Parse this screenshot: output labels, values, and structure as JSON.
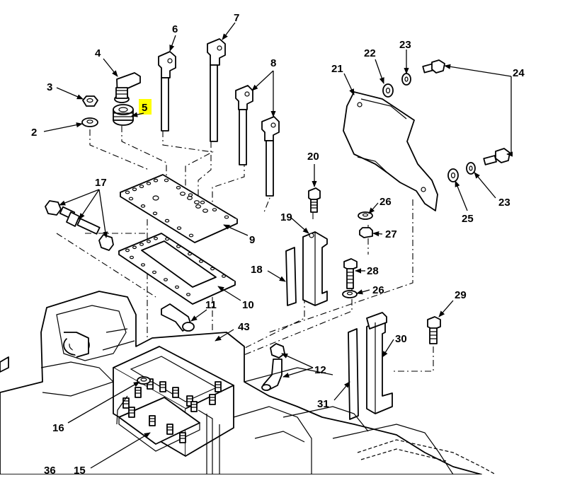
{
  "diagram": {
    "highlight_color": "#ffff00",
    "highlighted_callout": "5",
    "callouts": [
      {
        "id": "c2",
        "label": "2"
      },
      {
        "id": "c3",
        "label": "3"
      },
      {
        "id": "c4",
        "label": "4"
      },
      {
        "id": "c5",
        "label": "5"
      },
      {
        "id": "c6",
        "label": "6"
      },
      {
        "id": "c7",
        "label": "7"
      },
      {
        "id": "c8",
        "label": "8"
      },
      {
        "id": "c9",
        "label": "9"
      },
      {
        "id": "c10",
        "label": "10"
      },
      {
        "id": "c11",
        "label": "11"
      },
      {
        "id": "c12",
        "label": "12"
      },
      {
        "id": "c15",
        "label": "15"
      },
      {
        "id": "c16",
        "label": "16"
      },
      {
        "id": "c17",
        "label": "17"
      },
      {
        "id": "c18",
        "label": "18"
      },
      {
        "id": "c19",
        "label": "19"
      },
      {
        "id": "c20",
        "label": "20"
      },
      {
        "id": "c21",
        "label": "21"
      },
      {
        "id": "c22",
        "label": "22"
      },
      {
        "id": "c23a",
        "label": "23"
      },
      {
        "id": "c23b",
        "label": "23"
      },
      {
        "id": "c24",
        "label": "24"
      },
      {
        "id": "c25",
        "label": "25"
      },
      {
        "id": "c26a",
        "label": "26"
      },
      {
        "id": "c26b",
        "label": "26"
      },
      {
        "id": "c27",
        "label": "27"
      },
      {
        "id": "c28",
        "label": "28"
      },
      {
        "id": "c29",
        "label": "29"
      },
      {
        "id": "c30",
        "label": "30"
      },
      {
        "id": "c31",
        "label": "31"
      },
      {
        "id": "c36",
        "label": "36"
      },
      {
        "id": "c43",
        "label": "43"
      }
    ]
  }
}
